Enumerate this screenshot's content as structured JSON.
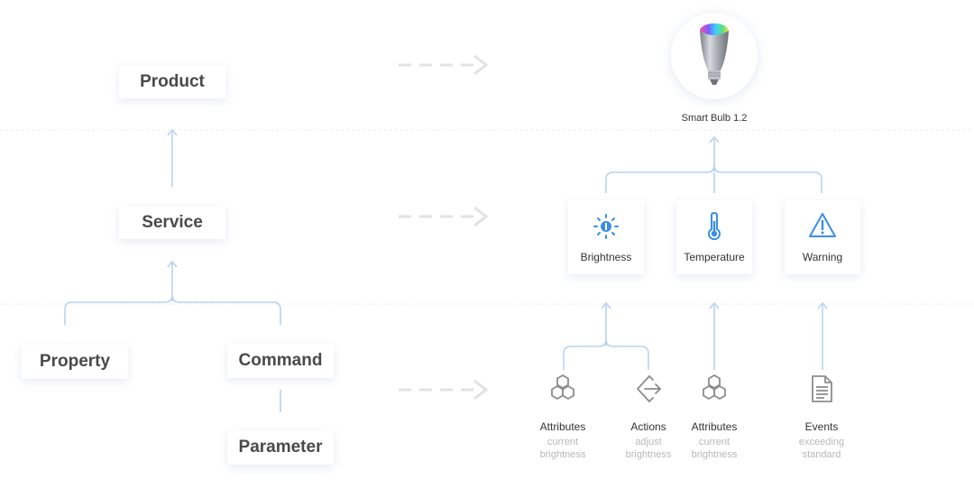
{
  "colors": {
    "connector": "#b9d3ef",
    "accent": "#3a8ee6",
    "dashed_arrow": "#e3e3e3",
    "muted_icon": "#8c8c8c"
  },
  "left": {
    "product": "Product",
    "service": "Service",
    "property": "Property",
    "command": "Command",
    "parameter": "Parameter"
  },
  "right": {
    "bulb_label": "Smart Bulb 1.2",
    "services": [
      {
        "label": "Brightness",
        "icon": "sun-icon"
      },
      {
        "label": "Temperature",
        "icon": "thermometer-icon"
      },
      {
        "label": "Warning",
        "icon": "warning-icon"
      }
    ],
    "elements": [
      {
        "title": "Attributes",
        "desc": "current\nbrightness",
        "icon": "hexagon-cluster-icon"
      },
      {
        "title": "Actions",
        "desc": "adjust\nbrightness",
        "icon": "action-arrow-icon"
      },
      {
        "title": "Attributes",
        "desc": "current\nbrightness",
        "icon": "hexagon-cluster-icon"
      },
      {
        "title": "Events",
        "desc": "exceeding\nstandard",
        "icon": "document-icon"
      }
    ]
  }
}
